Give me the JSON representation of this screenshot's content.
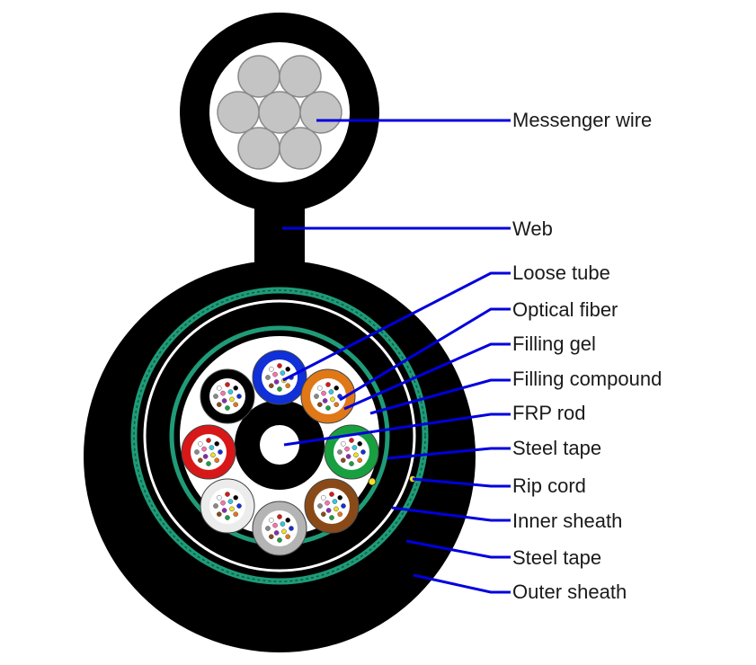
{
  "labels": [
    "Messenger wire",
    "Web",
    "Loose tube",
    "Optical fiber",
    "Filling gel",
    "Filling compound",
    "FRP rod",
    "Steel tape",
    "Rip cord",
    "Inner sheath",
    "Steel tape",
    "Outer sheath"
  ],
  "colors": {
    "sheath": "#000000",
    "steel_tape": "#1f9b78",
    "leader_line": "#0000dd",
    "messenger_strand": "#c4c4c4",
    "filling": "#ffffff",
    "rip_cord": "#f0e020"
  },
  "tubes": [
    {
      "color": "#1030d8"
    },
    {
      "color": "#e07818"
    },
    {
      "color": "#18a040"
    },
    {
      "color": "#8a4a18"
    },
    {
      "color": "#b4b4b4"
    },
    {
      "color": "#ececec"
    },
    {
      "color": "#d81818"
    },
    {
      "color": "#000000"
    }
  ],
  "fiber_colors": [
    "#1030d8",
    "#e07818",
    "#18a040",
    "#8a4a18",
    "#888888",
    "#ffffff",
    "#d81818",
    "#000000",
    "#f0e020",
    "#8a2ab0",
    "#ff70b0",
    "#30c8e0"
  ]
}
